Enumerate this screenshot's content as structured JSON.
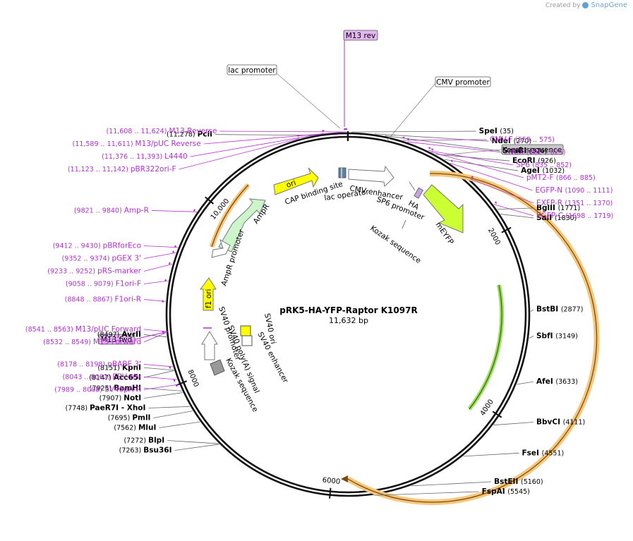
{
  "brand": {
    "created_by": "Created by",
    "app": "SnapGene"
  },
  "plasmid": {
    "name": "pRK5-HA-YFP-Raptor K1097R",
    "size_label": "11,632 bp",
    "total_bp": 11632
  },
  "ticks": [
    {
      "bp": 2000,
      "label": "2000"
    },
    {
      "bp": 4000,
      "label": "4000"
    },
    {
      "bp": 6000,
      "label": "6000"
    },
    {
      "bp": 8000,
      "label": "8000"
    },
    {
      "bp": 10000,
      "label": "10,000"
    }
  ],
  "sites": [
    {
      "name": "SpeI",
      "pos": "(35)",
      "bp": 35
    },
    {
      "name": "NdeI",
      "pos": "(270)",
      "bp": 270
    },
    {
      "name": "SnaBI",
      "pos": "(376)",
      "bp": 376
    },
    {
      "name": "EcoRI",
      "pos": "(926)",
      "bp": 926
    },
    {
      "name": "AgeI",
      "pos": "(1032)",
      "bp": 1032
    },
    {
      "name": "BglII",
      "pos": "(1771)",
      "bp": 1771
    },
    {
      "name": "SalI",
      "pos": "(1830)",
      "bp": 1830
    },
    {
      "name": "BstBI",
      "pos": "(2877)",
      "bp": 2877
    },
    {
      "name": "SbfI",
      "pos": "(3149)",
      "bp": 3149
    },
    {
      "name": "AfeI",
      "pos": "(3633)",
      "bp": 3633
    },
    {
      "name": "BbvCI",
      "pos": "(4111)",
      "bp": 4111
    },
    {
      "name": "FseI",
      "pos": "(4551)",
      "bp": 4551
    },
    {
      "name": "BstEII",
      "pos": "(5160)",
      "bp": 5160
    },
    {
      "name": "FspAI",
      "pos": "(5545)",
      "bp": 5545
    },
    {
      "name": "Bsu36I",
      "pos": "(7263)",
      "bp": 7263
    },
    {
      "name": "BlpI",
      "pos": "(7272)",
      "bp": 7272
    },
    {
      "name": "MluI",
      "pos": "(7562)",
      "bp": 7562
    },
    {
      "name": "PmlI",
      "pos": "(7695)",
      "bp": 7695
    },
    {
      "name": "PaeR7I - XhoI",
      "pos": "(7748)",
      "bp": 7748
    },
    {
      "name": "NotI",
      "pos": "(7907)",
      "bp": 7907
    },
    {
      "name": "BamHI",
      "pos": "(7925)",
      "bp": 7925
    },
    {
      "name": "Acc65I",
      "pos": "(8147)",
      "bp": 8147
    },
    {
      "name": "KpnI",
      "pos": "(8151)",
      "bp": 8151
    },
    {
      "name": "AvrII",
      "pos": "(8497)",
      "bp": 8497
    },
    {
      "name": "PciI",
      "pos": "(11,278)",
      "bp": 11278
    }
  ],
  "primers": [
    {
      "name": "CMV-F",
      "range": "(555 .. 575)",
      "bp": 565
    },
    {
      "name": "LNCX",
      "range": "(601 .. 625)",
      "bp": 613
    },
    {
      "name": "SP6",
      "range": "(835 .. 852)",
      "bp": 843
    },
    {
      "name": "pMT2-F",
      "range": "(866 .. 885)",
      "bp": 875
    },
    {
      "name": "EGFP-N",
      "range": "(1090 .. 1111)",
      "bp": 1100
    },
    {
      "name": "EXFP-R",
      "range": "(1351 .. 1370)",
      "bp": 1360
    },
    {
      "name": "EGFP-C",
      "range": "(1698 .. 1719)",
      "bp": 1708
    },
    {
      "name": "SV40pA-R",
      "range": "(7989 .. 8008)",
      "bp": 7998
    },
    {
      "name": "EBV-rev",
      "range": "(8043 .. 8062)",
      "bp": 8052
    },
    {
      "name": "pBABE 3'",
      "range": "(8178 .. 8198)",
      "bp": 8188
    },
    {
      "name": "M13 Forward",
      "range": "(8532 .. 8549)",
      "bp": 8540
    },
    {
      "name": "M13/pUC Forward",
      "range": "(8541 .. 8563)",
      "bp": 8552
    },
    {
      "name": "F1ori-R",
      "range": "(8848 .. 8867)",
      "bp": 8857
    },
    {
      "name": "F1ori-F",
      "range": "(9058 .. 9079)",
      "bp": 9068
    },
    {
      "name": "pRS-marker",
      "range": "(9233 .. 9252)",
      "bp": 9242
    },
    {
      "name": "pGEX 3'",
      "range": "(9352 .. 9374)",
      "bp": 9363
    },
    {
      "name": "pBRforEco",
      "range": "(9412 .. 9430)",
      "bp": 9421
    },
    {
      "name": "Amp-R",
      "range": "(9821 .. 9840)",
      "bp": 9830
    },
    {
      "name": "pBR322ori-F",
      "range": "(11,123 .. 11,142)",
      "bp": 11132
    },
    {
      "name": "L4440",
      "range": "(11,376 .. 11,393)",
      "bp": 11384
    },
    {
      "name": "M13/pUC Reverse",
      "range": "(11,589 .. 11,611)",
      "bp": 11600
    },
    {
      "name": "M13 Reverse",
      "range": "(11,608 .. 11,624)",
      "bp": 11616
    }
  ],
  "boxed_labels": {
    "m13_rev": "M13 rev",
    "m13_fwd": "M13 fwd",
    "lac_promoter": "lac promoter",
    "cmv_promoter": "CMV promoter",
    "kozak_top": "Kozak sequence"
  },
  "inner_labels": {
    "cap_site": "CAP binding site",
    "lac_operator": "lac operator",
    "cmv_enhancer": "CMV enhancer",
    "sp6_promoter": "SP6 promoter",
    "ha": "HA",
    "kozak": "Kozak sequence",
    "meyfp": "mEYFP",
    "ori": "ori",
    "ampr": "AmpR",
    "ampr_promoter": "AmpR promoter",
    "f1_ori": "f1 ori",
    "sv40_promoter": "SV40 promoter",
    "sv40_polya": "SV40 poly(A) signal",
    "kozak2": "Kozak sequence",
    "sv40_ori": "SV40 ori",
    "sv40_enhancer": "SV40 enhancer"
  },
  "colors": {
    "backbone": "#111111",
    "primer": "#b22fd0",
    "orf_highlight": "#f6c77a",
    "orf_line": "#7a4a10",
    "green_orf": "#9fdc5a",
    "ori": "#ffff00",
    "ampr": "#ccf5cc",
    "meyfp": "#ccff33",
    "box_purple": "#e3b6f0",
    "box_gray": "#c8c8c8"
  }
}
